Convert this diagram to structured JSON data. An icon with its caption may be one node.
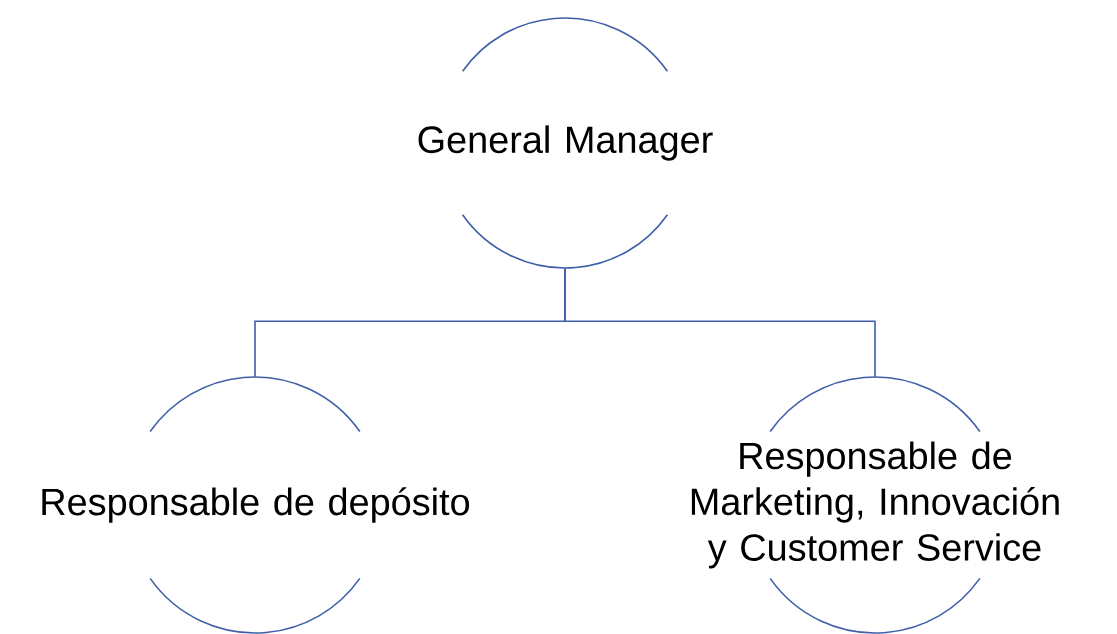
{
  "diagram": {
    "nodes": [
      {
        "text": [
          "General Manager"
        ]
      },
      {
        "text": [
          "Responsable de depósito"
        ]
      },
      {
        "text": [
          "Responsable de Marketing, Innovación y Customer Service"
        ]
      }
    ],
    "edges": [
      {
        "from": 0,
        "to": 1,
        "arrow": "none"
      },
      {
        "from": 0,
        "to": 2,
        "arrow": "none"
      }
    ]
  }
}
